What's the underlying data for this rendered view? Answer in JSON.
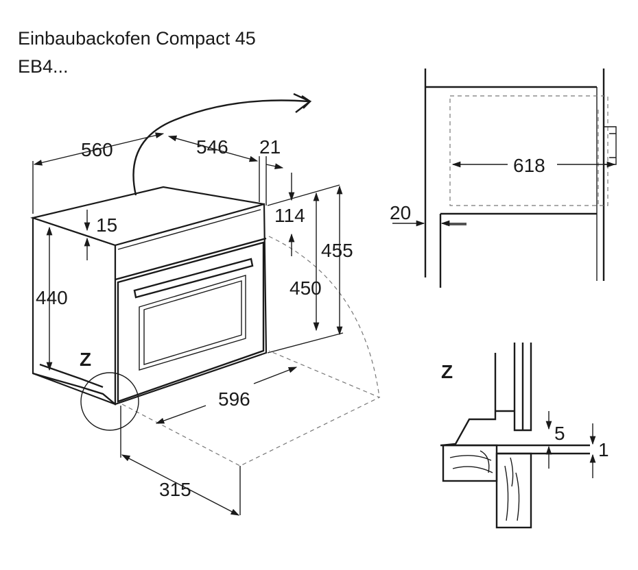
{
  "title": {
    "line1": "Einbaubackofen Compact 45",
    "line2": "EB4..."
  },
  "dimensions": {
    "d560": "560",
    "d546": "546",
    "d21": "21",
    "d114": "114",
    "d15": "15",
    "d455": "455",
    "d440": "440",
    "d450": "450",
    "d596": "596",
    "d315": "315",
    "d618": "618",
    "d20": "20",
    "d5": "5",
    "d1": "1"
  },
  "detail_markers": {
    "z_main": "Z",
    "z_detail": "Z"
  },
  "colors": {
    "line": "#1a1a1a",
    "dashed": "#777777",
    "background": "#ffffff"
  }
}
